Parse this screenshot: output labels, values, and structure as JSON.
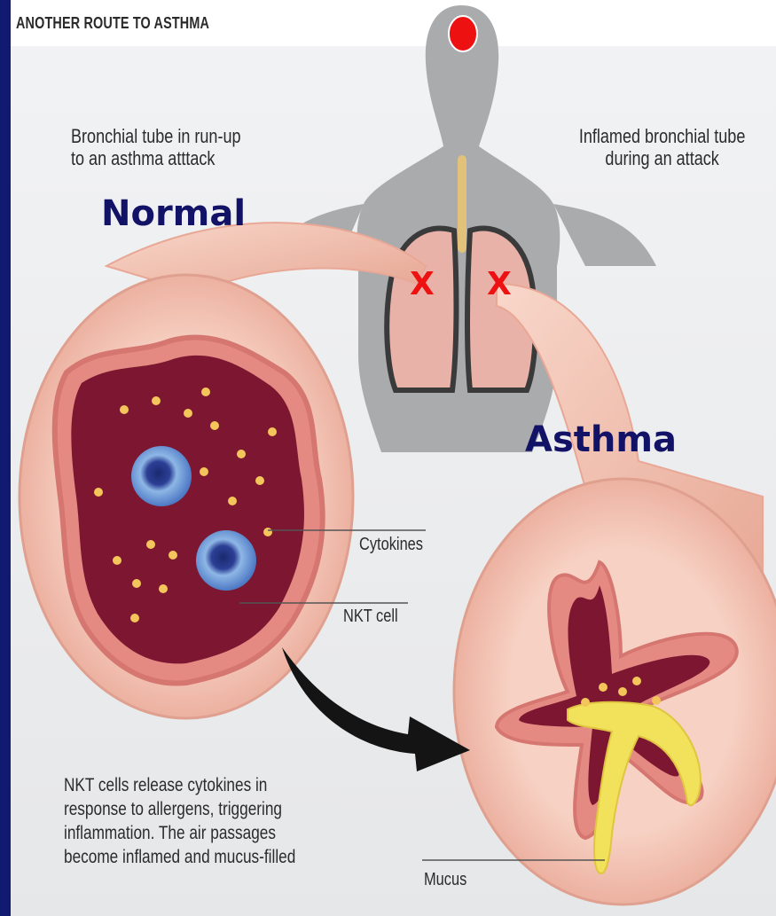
{
  "header": {
    "title": "ANOTHER ROUTE TO ASTHMA"
  },
  "labels": {
    "normal_caption": "Bronchial tube in run-up\nto an asthma atttack",
    "inflamed_caption": "Inflamed bronchial tube\nduring an attack",
    "normal": "Normal",
    "asthma": "Asthma",
    "cytokines": "Cytokines",
    "nkt_cell": "NKT cell",
    "mucus": "Mucus",
    "description": "NKT cells release cytokines in\nresponse to allergens, triggering\ninflammation. The air passages\nbecome inflamed and mucus-filled",
    "left_mark": "X",
    "right_mark": "X"
  },
  "colors": {
    "frame": "#0f1a70",
    "background": "#e9eaeb",
    "body_silhouette": "#a7a9ab",
    "tube_outer": "#f3c3b3",
    "lumen": "#7d1630",
    "accent_text": "#121266",
    "marker_red": "#ee1111",
    "mucus": "#f2e15a"
  },
  "icons": [
    "red-dot-marker",
    "x-mark",
    "nkt-cell",
    "cytokine-dot",
    "arrow"
  ]
}
